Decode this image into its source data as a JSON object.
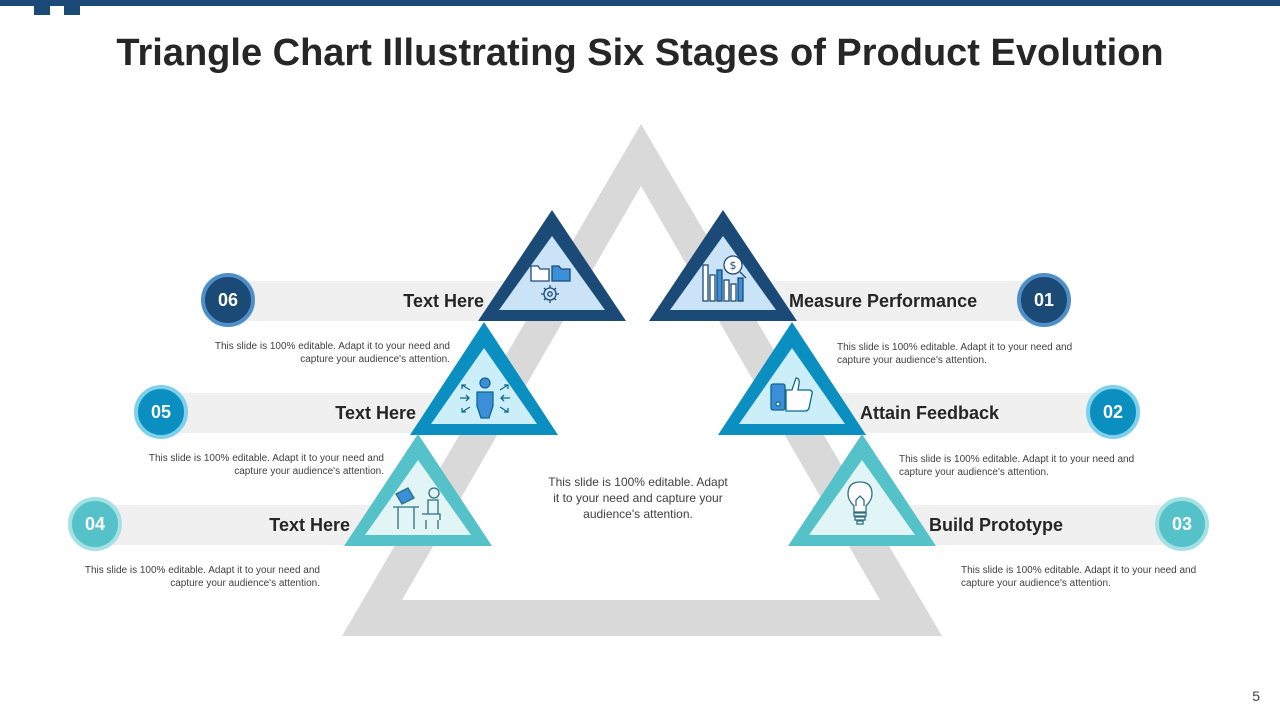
{
  "title": "Triangle Chart Illustrating Six Stages of Product Evolution",
  "center_text": "This slide is 100% editable. Adapt it to your need and capture your audience's attention.",
  "page_number": "5",
  "colors": {
    "dark": "#1c4a77",
    "mid": "#0a8fc0",
    "light": "#55c1c9",
    "big_triangle": "#d9d9d9",
    "band": "#f0f0f0"
  },
  "stages": [
    {
      "number": "01",
      "label": "Measure Performance",
      "desc": "This slide is 100% editable.  Adapt it to your need and capture your audience's attention.",
      "icon": "bar-chart-dollar-icon"
    },
    {
      "number": "02",
      "label": "Attain Feedback",
      "desc": "This slide is 100% editable.  Adapt it to your need and capture your audience's attention.",
      "icon": "thumbs-up-phone-icon"
    },
    {
      "number": "03",
      "label": "Build Prototype",
      "desc": "This slide is 100% editable.  Adapt it to your need and capture your audience's attention.",
      "icon": "light-bulb-icon"
    },
    {
      "number": "04",
      "label": "Text Here",
      "desc": "This slide is 100% editable.  Adapt it to your need and capture your audience's attention.",
      "icon": "person-desk-icon"
    },
    {
      "number": "05",
      "label": "Text Here",
      "desc": "This slide is 100% editable.  Adapt it to your need and capture your audience's attention.",
      "icon": "person-arrows-icon"
    },
    {
      "number": "06",
      "label": "Text Here",
      "desc": "This slide is 100% editable.  Adapt it to your need and capture your audience's attention.",
      "icon": "folders-gear-icon"
    }
  ]
}
